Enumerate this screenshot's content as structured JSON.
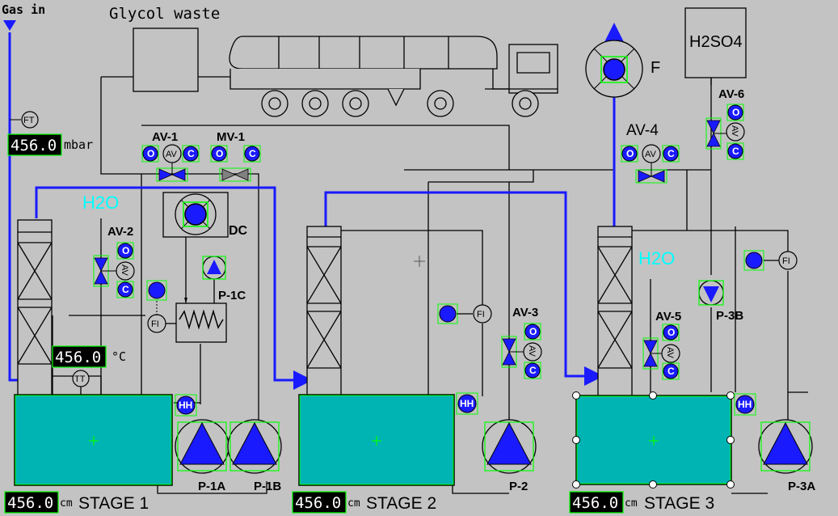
{
  "labels": {
    "gas_in": "Gas in",
    "glycol_waste": "Glycol waste",
    "h2so4": "H2SO4",
    "f": "F",
    "dc": "DC",
    "h2o_1": "H2O",
    "h2o_2": "H2O",
    "mbar": "mbar",
    "degc": "°C",
    "cm": "cm",
    "ft": "FT",
    "tt": "TT",
    "fi": "FI",
    "av": "AV"
  },
  "readouts": {
    "gas_pressure": "456.0",
    "temperature": "456.0",
    "level_stage1": "456.0",
    "level_stage2": "456.0",
    "level_stage3": "456.0"
  },
  "stages": {
    "s1": "STAGE 1",
    "s2": "STAGE 2",
    "s3": "STAGE 3"
  },
  "valves": {
    "av1": "AV-1",
    "mv1": "MV-1",
    "av2": "AV-2",
    "av3": "AV-3",
    "av4": "AV-4",
    "av5": "AV-5",
    "av6": "AV-6"
  },
  "pumps": {
    "p1a": "P-1A",
    "p1b": "P-1B",
    "p1c": "P-1C",
    "p2": "P-2",
    "p3a": "P-3A",
    "p3b": "P-3B"
  },
  "buttons": {
    "open": "O",
    "close": "C",
    "hh": "HH"
  },
  "colors": {
    "background": "#c3c3c3",
    "pipe": "#000000",
    "gas_line": "#0000cc",
    "tank_fill": "#00b4b4",
    "selection_box": "#00ff00",
    "h2o_text": "#00ffff",
    "readout_bg": "#000000"
  }
}
